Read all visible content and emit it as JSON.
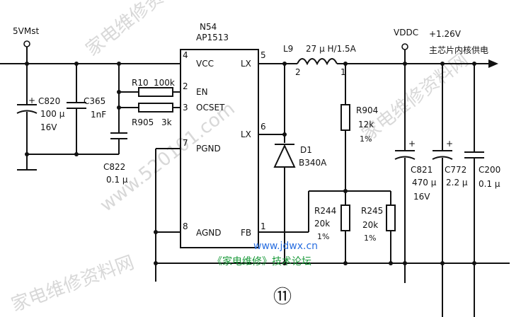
{
  "labels": {
    "input_net": "5VMst",
    "ic_ref": "N54",
    "ic_part": "AP1513",
    "pin_vcc": "VCC",
    "pin_en": "EN",
    "pin_ocset": "OCSET",
    "pin_pgnd": "PGND",
    "pin_agnd": "AGND",
    "pin_lx_top": "LX",
    "pin_lx_mid": "LX",
    "pin_fb": "FB",
    "pin4": "4",
    "pin2": "2",
    "pin3": "3",
    "pin7": "7",
    "pin8": "8",
    "pin5": "5",
    "pin6": "6",
    "pin1": "1",
    "r10": "R10",
    "r10_val": "100k",
    "r905": "R905",
    "r905_val": "3k",
    "c820": "C820",
    "c820_val": "100 μ",
    "c820_v": "16V",
    "c365": "C365",
    "c365_val": "1nF",
    "c822": "C822",
    "c822_val": "0.1 μ",
    "l9": "L9",
    "l9_val": "27 μ H/1.5A",
    "l9_pin2": "2",
    "l9_pin1": "1",
    "d1": "D1",
    "d1_part": "B340A",
    "r904": "R904",
    "r904_val": "12k",
    "r904_tol": "1%",
    "r244": "R244",
    "r244_val": "20k",
    "r244_tol": "1%",
    "r245": "R245",
    "r245_val": "20k",
    "r245_tol": "1%",
    "out_net": "VDDC",
    "out_voltage": "+1.26V",
    "out_desc": "主芯片内核供电",
    "c821": "C821",
    "c821_val": "470 μ",
    "c821_v": "16V",
    "c772": "C772",
    "c772_val": "2.2 μ",
    "c200": "C200",
    "c200_val": "0.1 μ",
    "fig_num": "⑪"
  },
  "watermarks": {
    "site": "www.jdwx.cn",
    "magazine": "《家电维修》技术论坛",
    "faint1": "家电维修资料网",
    "faint2": "www.520101.com",
    "faint3": "家电维修资料网",
    "faint4": "家电维修资料网"
  }
}
